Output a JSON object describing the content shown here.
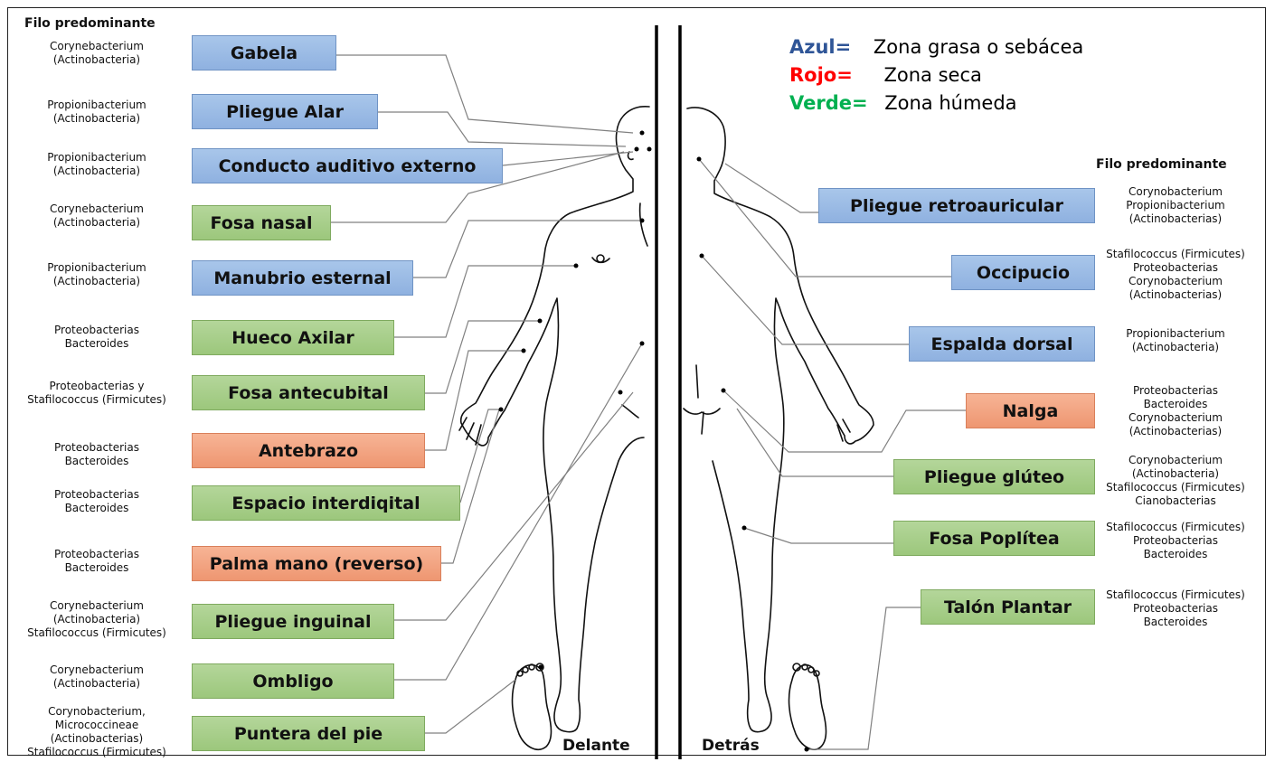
{
  "legend": [
    {
      "key": "Azul=",
      "text": "Zona grasa o sebácea",
      "color": "#2f5597"
    },
    {
      "key": "Rojo=",
      "text": "Zona seca",
      "color": "#ff0000"
    },
    {
      "key": "Verde=",
      "text": "Zona húmeda",
      "color": "#00b050"
    }
  ],
  "left_column_title": "Filo predominante",
  "right_column_title": "Filo predominante",
  "views": {
    "front": "Delante",
    "back": "Detrás"
  },
  "left_sites": [
    {
      "label": "Gabela",
      "type": "oily",
      "phylum": "Corynebacterium\n(Actinobacteria)"
    },
    {
      "label": "Pliegue Alar",
      "type": "oily",
      "phylum": "Propionibacterium\n(Actinobacteria)"
    },
    {
      "label": "Conducto auditivo externo",
      "type": "oily",
      "phylum": "Propionibacterium\n(Actinobacteria)"
    },
    {
      "label": "Fosa nasal",
      "type": "moist",
      "phylum": "Corynebacterium\n(Actinobacteria)"
    },
    {
      "label": "Manubrio esternal",
      "type": "oily",
      "phylum": "Propionibacterium\n(Actinobacteria)"
    },
    {
      "label": "Hueco Axilar",
      "type": "moist",
      "phylum": "Proteobacterias\nBacteroides"
    },
    {
      "label": "Fosa antecubital",
      "type": "moist",
      "phylum": "Proteobacterias y\nStafilococcus (Firmicutes)"
    },
    {
      "label": "Antebrazo",
      "type": "dry",
      "phylum": "Proteobacterias\nBacteroides"
    },
    {
      "label": "Espacio interdiqital",
      "type": "moist",
      "phylum": "Proteobacterias\nBacteroides"
    },
    {
      "label": "Palma mano (reverso)",
      "type": "dry",
      "phylum": "Proteobacterias\nBacteroides"
    },
    {
      "label": "Pliegue inguinal",
      "type": "moist",
      "phylum": "Corynebacterium\n(Actinobacteria)\nStafilococcus (Firmicutes)"
    },
    {
      "label": "Ombligo",
      "type": "moist",
      "phylum": "Corynebacterium\n(Actinobacteria)"
    },
    {
      "label": "Puntera del pie",
      "type": "moist",
      "phylum": "Corynobacterium,\nMicrococcineae\n(Actinobacterias)\nStafilococcus (Firmicutes)"
    }
  ],
  "right_sites": [
    {
      "label": "Pliegue retroauricular",
      "type": "oily",
      "phylum": "Corynobacterium\nPropionibacterium\n(Actinobacterias)"
    },
    {
      "label": "Occipucio",
      "type": "oily",
      "phylum": "Stafilococcus (Firmicutes)\nProteobacterias\nCorynobacterium\n(Actinobacterias)"
    },
    {
      "label": "Espalda dorsal",
      "type": "oily",
      "phylum": "Propionibacterium\n(Actinobacteria)"
    },
    {
      "label": "Nalga",
      "type": "dry",
      "phylum": "Proteobacterias\nBacteroides\nCorynobacterium\n(Actinobacterias)"
    },
    {
      "label": "Pliegue glúteo",
      "type": "moist",
      "phylum": "Corynobacterium\n(Actinobacteria)\nStafilococcus (Firmicutes)\nCianobacterias"
    },
    {
      "label": "Fosa Poplítea",
      "type": "moist",
      "phylum": "Stafilococcus (Firmicutes)\nProteobacterias\nBacteroides"
    },
    {
      "label": "Talón Plantar",
      "type": "moist",
      "phylum": "Stafilococcus (Firmicutes)\nProteobacterias\nBacteroides"
    }
  ]
}
